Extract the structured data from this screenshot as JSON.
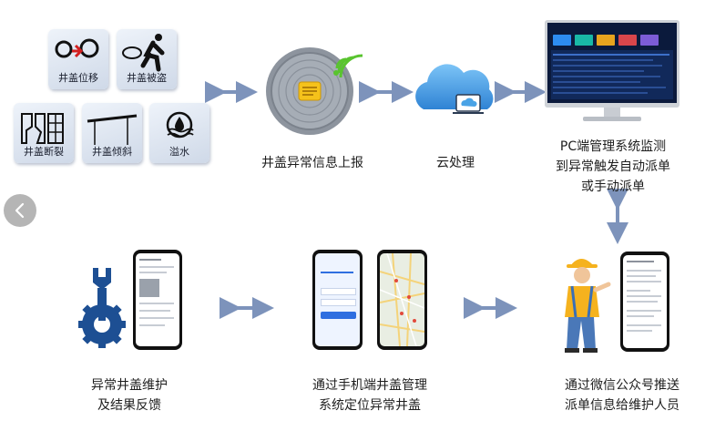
{
  "anomalies": [
    {
      "label": "井盖位移",
      "icon": "displacement-icon"
    },
    {
      "label": "井盖被盗",
      "icon": "theft-icon"
    },
    {
      "label": "井盖断裂",
      "icon": "fracture-icon"
    },
    {
      "label": "井盖倾斜",
      "icon": "tilt-icon"
    },
    {
      "label": "溢水",
      "icon": "overflow-icon"
    }
  ],
  "steps": {
    "report": {
      "label": "井盖异常信息上报"
    },
    "cloud": {
      "label": "云处理"
    },
    "pc": {
      "lines": [
        "PC端管理系统监测",
        "到异常触发自动派单",
        "或手动派单"
      ]
    },
    "wechat": {
      "lines": [
        "通过微信公众号推送",
        "派单信息给维护人员"
      ]
    },
    "mobile": {
      "lines": [
        "通过手机端井盖管理",
        "系统定位异常井盖"
      ]
    },
    "maintain": {
      "lines": [
        "异常井盖维护",
        "及结果反馈"
      ]
    }
  },
  "colors": {
    "arrow": "#7d93bb",
    "tile_text": "#1c2130",
    "gear": "#1d4f93",
    "signal": "#59c42f",
    "cloud": "#4aa3e6",
    "dashboard_bg": "#0b1a3c"
  }
}
